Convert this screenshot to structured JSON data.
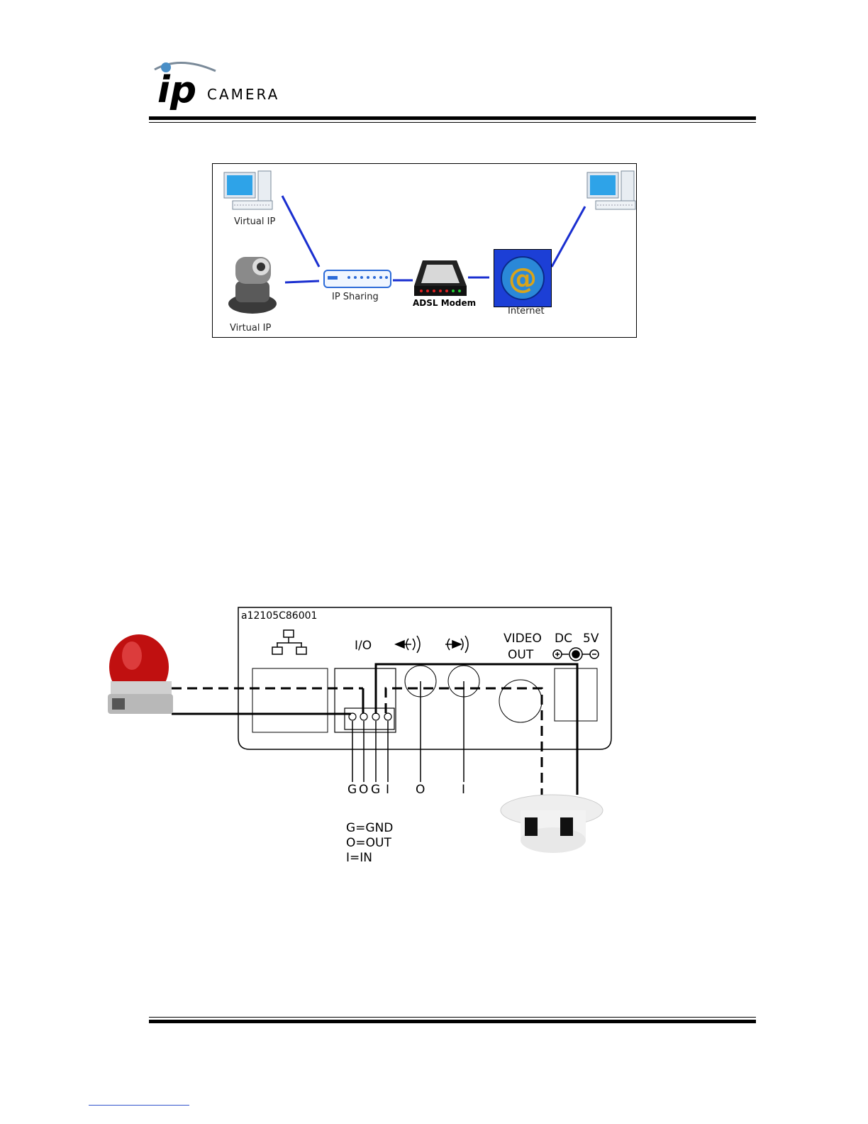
{
  "header": {
    "logo_text": "ip CAMERA"
  },
  "network_diagram": {
    "pc_left_label": "Virtual IP",
    "camera_label": "Virtual IP",
    "router_label": "IP Sharing",
    "modem_label": "ADSL Modem",
    "internet_label": "Internet",
    "link_color": "#1a2fd0",
    "icons": [
      "desktop-pc-icon",
      "ip-camera-icon",
      "router-icon",
      "adsl-modem-icon",
      "internet-icon",
      "desktop-pc-icon"
    ]
  },
  "io_diagram": {
    "model_code": "a12105C86001",
    "port_io_label": "I/O",
    "video_label_line1": "VIDEO",
    "video_label_line2": "OUT",
    "dc_label": "DC",
    "voltage_label": "5V",
    "pin_labels": [
      "G",
      "O",
      "G",
      "I"
    ],
    "audio_out_label": "O",
    "audio_in_label": "I",
    "legend": [
      "G=GND",
      "O=OUT",
      "I=IN"
    ],
    "devices": [
      "alarm-light-icon",
      "smoke-detector-camera-icon"
    ]
  }
}
